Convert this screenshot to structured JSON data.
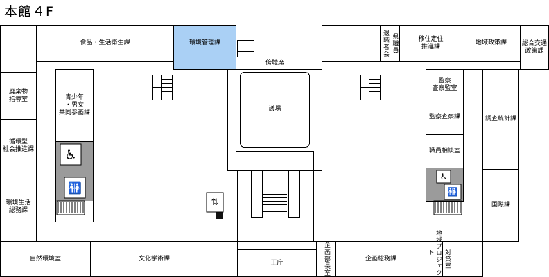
{
  "page_title": "本館４F",
  "highlight_color": "#aad0f5",
  "rooms": {
    "food_life": "食品・生活衛生課",
    "env_management": "環境管理課",
    "retire_mutual": "退職者会",
    "pref_staff": "県職員",
    "settlement": "移住定住\n推進課",
    "regional_policy": "地域政策課",
    "transport_policy": "総合交通\n政策課",
    "waste": "廃棄物\n指導室",
    "circular": "循環型\n社会推進課",
    "env_life": "環境生活\n総務課",
    "youth_gender": "青少年\n・男女\n共同参画課",
    "gallery": "傍聴席",
    "assembly_hall": "議場",
    "audit_director": "監察\n査察監室",
    "audit_division": "監察査察課",
    "staff_consult": "職員相談室",
    "stats": "調査統計課",
    "international": "国際課",
    "nature_env": "自然環境室",
    "culture_academic": "文化学術課",
    "main_office": "正庁",
    "planning_director": "企画部長室",
    "planning_general": "企画総務課",
    "regional_project": "地域プロジェクト",
    "regional_project_office": "対策室"
  },
  "icons": [
    "wheelchair-icon",
    "restroom-icon",
    "elevator-icon"
  ]
}
